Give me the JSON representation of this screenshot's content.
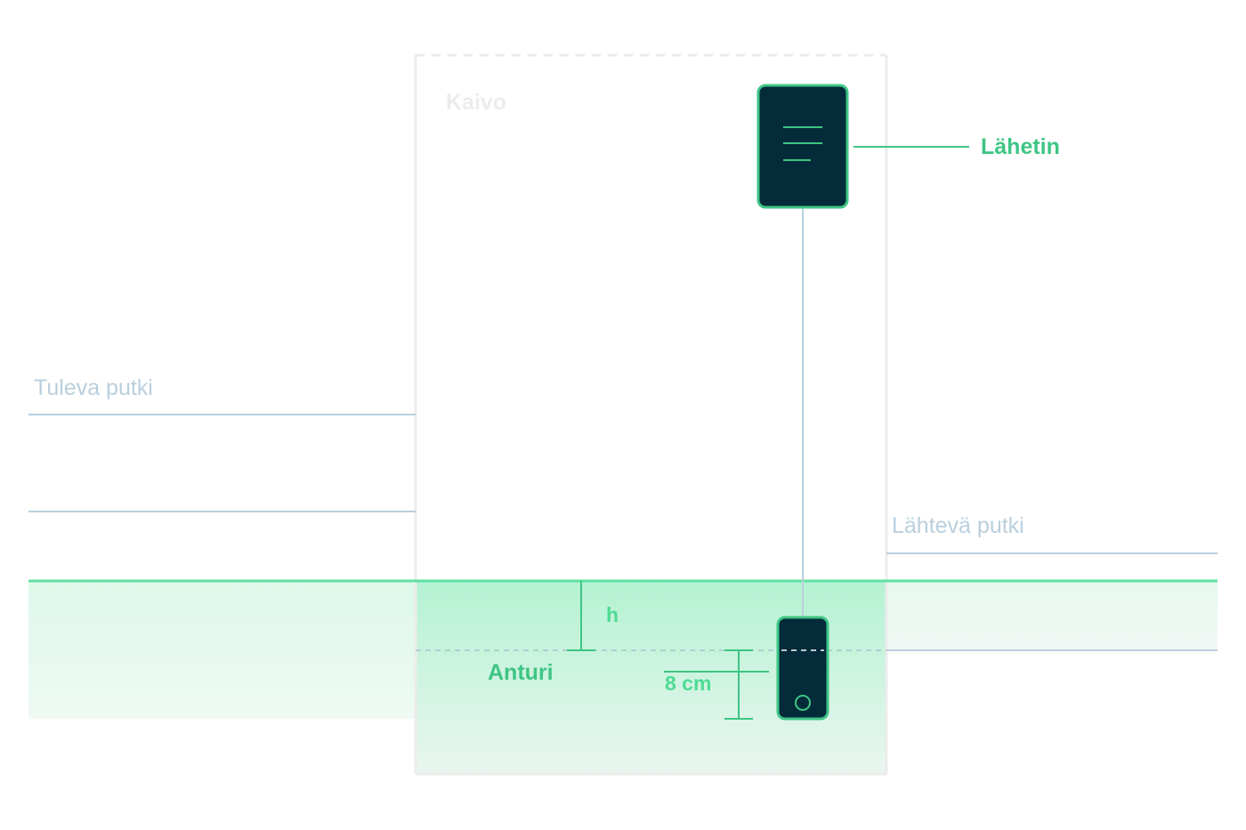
{
  "well": {
    "label": "Kaivo"
  },
  "incoming_pipe": {
    "label": "Tuleva putki"
  },
  "outgoing_pipe": {
    "label": "Lähtevä putki"
  },
  "transmitter": {
    "label": "Lähetin"
  },
  "sensor": {
    "label": "Anturi"
  },
  "measurements": {
    "h_label": "h",
    "offset_label": "8 cm"
  },
  "colors": {
    "accent_green": "#3ec584",
    "water_line": "#5fe0a0",
    "device_dark": "#032b3a",
    "pipe_line": "#b9cfdd",
    "well_border": "#ececec"
  }
}
